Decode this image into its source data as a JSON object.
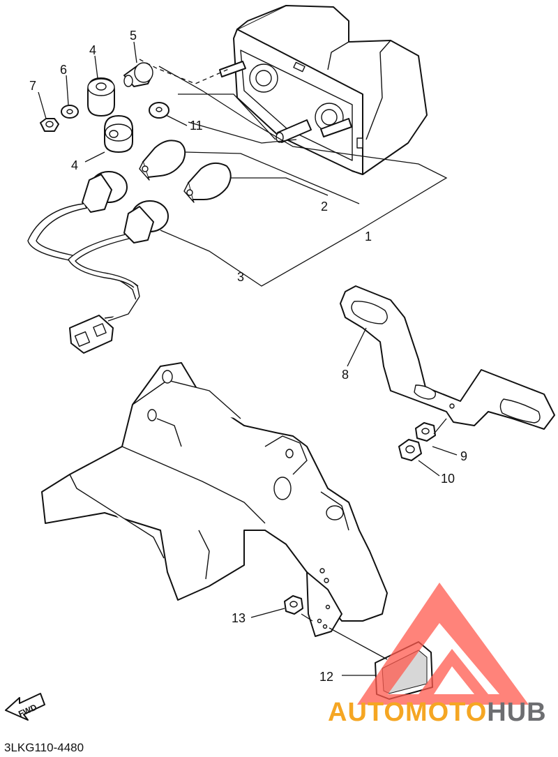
{
  "diagram_code": "3LKG110-4480",
  "fwd_label": "FWD",
  "watermark": {
    "part1": "AUTOMOTO",
    "part2": "HUB",
    "color1": "#f5a623",
    "color2": "#6d6e71",
    "logo_color": "#ff5a4e"
  },
  "callouts": [
    {
      "id": "1",
      "label": "1"
    },
    {
      "id": "2",
      "label": "2"
    },
    {
      "id": "3",
      "label": "3"
    },
    {
      "id": "4a",
      "label": "4"
    },
    {
      "id": "4b",
      "label": "4"
    },
    {
      "id": "5",
      "label": "5"
    },
    {
      "id": "6",
      "label": "6"
    },
    {
      "id": "7",
      "label": "7"
    },
    {
      "id": "8",
      "label": "8"
    },
    {
      "id": "9",
      "label": "9"
    },
    {
      "id": "10",
      "label": "10"
    },
    {
      "id": "11",
      "label": "11"
    },
    {
      "id": "12",
      "label": "12"
    },
    {
      "id": "13",
      "label": "13"
    }
  ],
  "icons": [
    "fwd-arrow-icon",
    "automotohub-logo-icon"
  ]
}
